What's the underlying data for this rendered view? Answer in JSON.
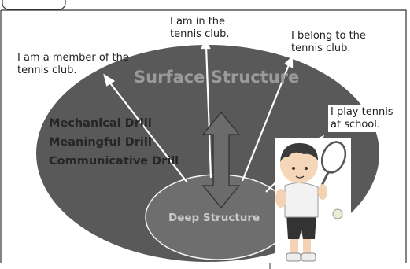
{
  "surface_label": "Surface Structure",
  "deep_label": "Deep Structure",
  "drills": [
    "Mechanical Drill",
    "Meaningful Drill",
    "Communicative Drill"
  ],
  "sentences": [
    "I am a member of the\ntennis club.",
    "I am in the\ntennis club.",
    "I belong to the\ntennis club.",
    "I play tennis\nat school."
  ],
  "colors": {
    "surface_fill": "#595959",
    "deep_fill": "#6e6e6e",
    "arrow_fill": "#6b6b6b",
    "frame": "#333333"
  },
  "icons": [
    "tennis-player-illustration"
  ]
}
